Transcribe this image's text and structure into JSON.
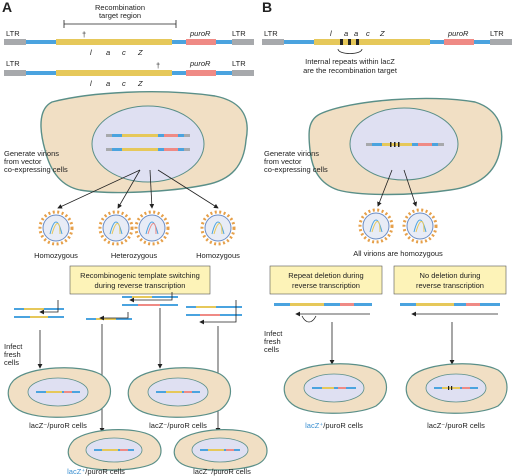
{
  "panels": {
    "a": {
      "letter": "A",
      "recomb_region_line1": "Recombination",
      "recomb_region_line2": "target region",
      "ltr": "LTR",
      "lacz_l": "l",
      "lacz_a": "a",
      "lacz_c": "c",
      "lacz_z": "Z",
      "puror": "puroR",
      "dagger": "†",
      "generate_line1": "Generate virions",
      "generate_line2": "from vector",
      "generate_line3": "co-expressing cells",
      "virion_labels": [
        "Homozygous",
        "Heterozygous",
        "Homozygous"
      ],
      "box_line1": "Recombinogenic template switching",
      "box_line2": "during reverse transcription",
      "infect_line1": "Infect",
      "infect_line2": "fresh",
      "infect_line3": "cells",
      "cell_labels_upper": [
        "lacZ⁻/puroR cells",
        "lacZ⁻/puroR cells"
      ],
      "cell_labels_lower_plus": "lacZ⁺",
      "cell_labels_lower_plus_rest": "/puroR cells",
      "cell_label_lower_right": "lacZ⁻/puroR cells"
    },
    "b": {
      "letter": "B",
      "ltr": "LTR",
      "lacz_l": "l",
      "lacz_a1": "a",
      "lacz_a2": "a",
      "lacz_c": "c",
      "lacz_z": "Z",
      "puror": "puroR",
      "internal_line1": "Internal repeats within lacZ",
      "internal_line2": "are the recombination target",
      "generate_line1": "Generate virions",
      "generate_line2": "from vector",
      "generate_line3": "co-expressing cells",
      "homozygous_all": "All virions are homozygous",
      "box1_line1": "Repeat deletion during",
      "box1_line2": "reverse transcription",
      "box2_line1": "No deletion during",
      "box2_line2": "reverse transcription",
      "infect_line1": "Infect",
      "infect_line2": "fresh",
      "infect_line3": "cells",
      "cell_plus": "lacZ⁺",
      "cell_plus_rest": "/puroR cells",
      "cell_minus": "lacZ⁻/puroR cells"
    }
  },
  "colors": {
    "ltr": "#a7a9ac",
    "blue": "#4aa3df",
    "yellow": "#e6c85a",
    "pink": "#ef8a85",
    "cell_fill": "#f1dfc4",
    "cell_stroke": "#5a8f88",
    "nucleus": "#dfe0f2",
    "box": "#fdf3b8",
    "accent": "#3a8fd1"
  }
}
